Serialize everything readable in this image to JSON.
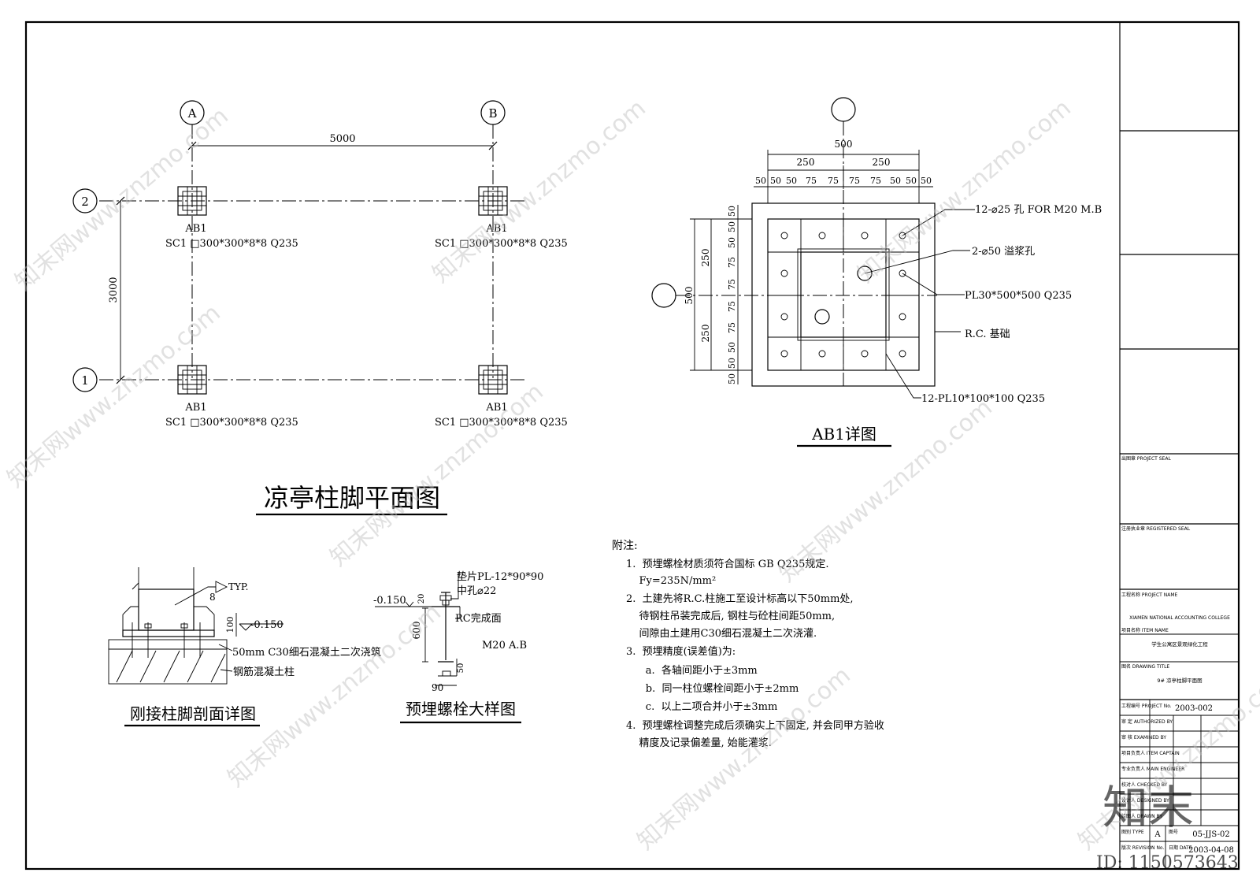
{
  "plan": {
    "title": "凉亭柱脚平面图",
    "axis_a": "A",
    "axis_b": "B",
    "axis_1": "1",
    "axis_2": "2",
    "dim_horizontal": "5000",
    "dim_vertical": "3000",
    "anchor_label": "AB1",
    "column_spec": "SC1 □300*300*8*8  Q235"
  },
  "detail_ab1": {
    "title": "AB1详图",
    "dim_total": "500",
    "dim_half_left": "250",
    "dim_half_right": "250",
    "dim_sub": [
      "50",
      "50",
      "50",
      "75",
      "75",
      "75",
      "75",
      "50",
      "50",
      "50"
    ],
    "dim_side_total": "500",
    "dim_side_half_top": "250",
    "dim_side_half_bottom": "250",
    "dim_side_sub": [
      "50",
      "50",
      "50",
      "75",
      "75",
      "75",
      "75",
      "50",
      "50",
      "50"
    ],
    "note_holes": "12-⌀25 孔 FOR M20 M.B",
    "note_grout": "2-⌀50 溢浆孔",
    "note_plate": "PL30*500*500 Q235",
    "note_rc": "R.C. 基础",
    "note_stiffener": "12-PL10*100*100 Q235"
  },
  "section_detail": {
    "title": "刚接柱脚剖面详图",
    "weld": "8",
    "weld_typ": "TYP.",
    "dim_100": "100",
    "level": "-0.150",
    "label_grout": "50mm C30细石混凝土二次浇筑",
    "label_column": "钢筋混凝土柱"
  },
  "bolt_detail": {
    "title": "预埋螺栓大样图",
    "label_washer": "垫片PL-12*90*90",
    "label_hole": "中孔⌀22",
    "level": "-0.150",
    "dim_20": "20",
    "dim_600": "600",
    "label_rc": "RC完成面",
    "label_bolt": "M20 A.B",
    "dim_50": "50",
    "dim_90": "90"
  },
  "notes": {
    "heading": "附注:",
    "lines": [
      "1.  预埋螺栓材质须符合国标 GB Q235规定.",
      "    Fy=235N/mm²",
      "2.  土建先将R.C.柱施工至设计标高以下50mm处,",
      "    待钢柱吊装完成后, 钢柱与砼柱间距50mm,",
      "    间隙由土建用C30细石混凝土二次浇灌.",
      "3.  预埋精度(误差值)为:",
      "      a.  各轴间距小于±3mm",
      "      b.  同一柱位螺栓间距小于±2mm",
      "      c.  以上二项合并小于±3mm",
      "4.  预埋螺栓调整完成后须确实上下固定, 并会同甲方验收",
      "    精度及记录偏差量, 始能灌浆."
    ]
  },
  "title_block": {
    "project_seal": "出图章  PROJECT SEAL",
    "registered_seal": "注册执业章  REGISTERED SEAL",
    "project_name_label": "工程名称  PROJECT NAME",
    "project_name": "XIAMEN NATIONAL ACCOUNTING COLLEGE",
    "item_name_label": "项目名称  ITEM NAME",
    "item_name": "学生公寓区景观绿化工程",
    "drawing_title_label": "图名  DRAWING TITLE",
    "drawing_title": "9# 凉亭柱脚平面图",
    "project_no_label": "工程编号  PROJECT No.",
    "project_no": "2003-002",
    "authorized_label": "审 定  AUTHORIZED BY",
    "examined_label": "审 核  EXAMINED BY",
    "captain_label": "项目负责人  ITEM CAPTAIN",
    "engineer_label": "专业负责人  MAIN ENGINEER",
    "checked_label": "校对人  CHECKED BY",
    "designed_label": "设计人  DESIGNED BY",
    "drawn_label": "绘图人  DRAWN BY",
    "type_label": "图别  TYPE",
    "type_value": "A",
    "drawing_no_label": "图号",
    "drawing_no": "05-JJS-02",
    "revision_label": "版次  REVISION No.",
    "date_label": "日期  DATE",
    "date": "2003-04-08"
  },
  "watermark": {
    "text": "知末网www.znzmo.com",
    "logo": "知末",
    "id": "ID: 1150573643"
  }
}
